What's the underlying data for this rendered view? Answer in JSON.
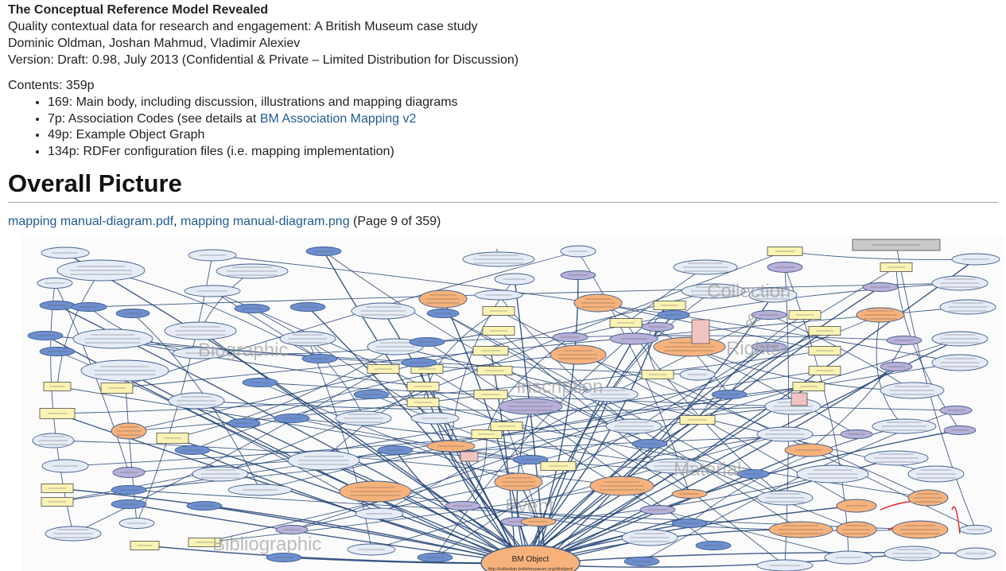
{
  "header": {
    "title": "The Conceptual Reference Model Revealed",
    "subtitle": "Quality contextual data for research and engagement: A British Museum case study",
    "authors": "Dominic Oldman, Joshan Mahmud, Vladimir Alexiev",
    "version": "Version: Draft: 0.98, July 2013 (Confidential & Private – Limited Distribution for Discussion)"
  },
  "contents": {
    "label": "Contents: 359p",
    "items": [
      {
        "text": "169: Main body, including discussion, illustrations and mapping diagrams"
      },
      {
        "text": "7p: Association Codes (see details at ",
        "link": "BM Association Mapping v2"
      },
      {
        "text": "49p: Example Object Graph"
      },
      {
        "text": "134p: RDFer configuration files (i.e. mapping implementation)"
      }
    ]
  },
  "section": {
    "heading": "Overall Picture",
    "file_links": [
      "mapping manual-diagram.pdf",
      "mapping manual-diagram.png"
    ],
    "separator": ", ",
    "page_note": " (Page 9 of 359)"
  },
  "diagram": {
    "watermarks": [
      "Biographic",
      "Inscription",
      "Collection",
      "&",
      "Rights",
      "Material",
      "Event",
      "Bibliographic"
    ],
    "center_node": "BM Object",
    "center_sub": "http://collection.britishmuseum.org/id/object/",
    "colors": {
      "blue": "#6d8fcf",
      "pale": "#e6ecf7",
      "orange": "#f7b27c",
      "lavender": "#b8b0d8",
      "yellow": "#fbf3b3",
      "edge": "#1d3f73",
      "red": "#e02020",
      "pink": "#f1c3c0"
    }
  }
}
